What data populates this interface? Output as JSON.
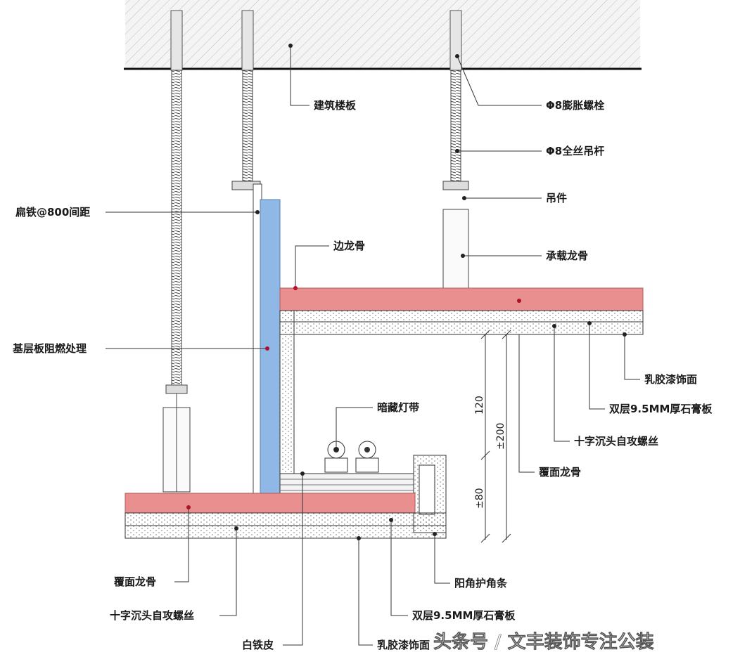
{
  "labels": {
    "floor_slab": "建筑楼板",
    "expansion_bolt": "Φ8膨胀螺栓",
    "hanger_rod": "Φ8全丝吊杆",
    "hanger_clip": "吊件",
    "flat_iron": "扁铁@800间距",
    "edge_keel": "边龙骨",
    "main_keel": "承载龙骨",
    "fireproof_board": "基层板阻燃处理",
    "latex_paint_upper": "乳胶漆饰面",
    "gypsum_upper": "双层9.5MM厚石膏板",
    "screw_upper": "十字沉头自攻螺丝",
    "hidden_light": "暗藏灯带",
    "cover_keel_right": "覆面龙骨",
    "corner_guard": "阳角护角条",
    "cover_keel_left": "覆面龙骨",
    "screw_lower": "十字沉头自攻螺丝",
    "gypsum_lower": "双层9.5MM厚石膏板",
    "tin_sheet": "白铁皮",
    "latex_paint_lower": "乳胶漆饰面"
  },
  "dimensions": {
    "d120": "120",
    "d200": "±200",
    "d80": "±80"
  },
  "watermark": "头条号 / 文丰装饰专注公装",
  "colors": {
    "pink_keel": "#e98f8f",
    "blue_board": "#8fb8e6",
    "hatch": "#9a9a9a"
  }
}
